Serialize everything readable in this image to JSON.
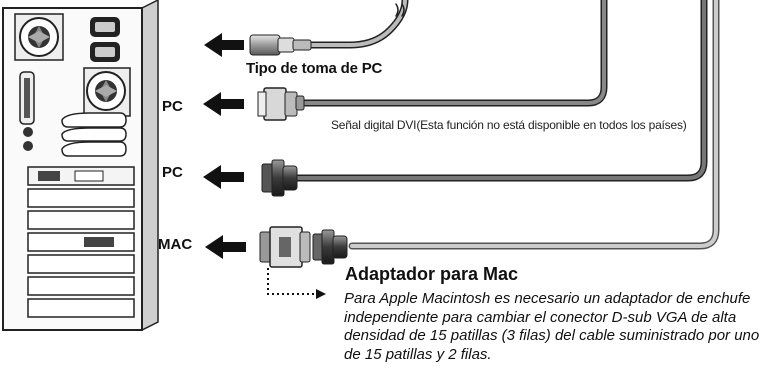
{
  "labels": {
    "pc_socket_type": "Tipo de toma de PC",
    "pc_dvi": "PC",
    "pc_vga": "PC",
    "mac": "MAC",
    "dvi_note": "Señal digital DVI(Esta función no está disponible en todos los países)",
    "adapter_title": "Adaptador para Mac",
    "adapter_text": "Para Apple Macintosh es necesario un adaptador de enchufe independiente para cambiar el conector D-sub VGA de alta densidad de 15 patillas (3 filas) del cable suministrado por uno de 15 patillas y 2 filas."
  },
  "icons": [
    "computer-tower-icon",
    "power-plug-icon",
    "dvi-connector-icon",
    "vga-connector-icon",
    "mac-adapter-icon",
    "arrow-left-icon"
  ]
}
